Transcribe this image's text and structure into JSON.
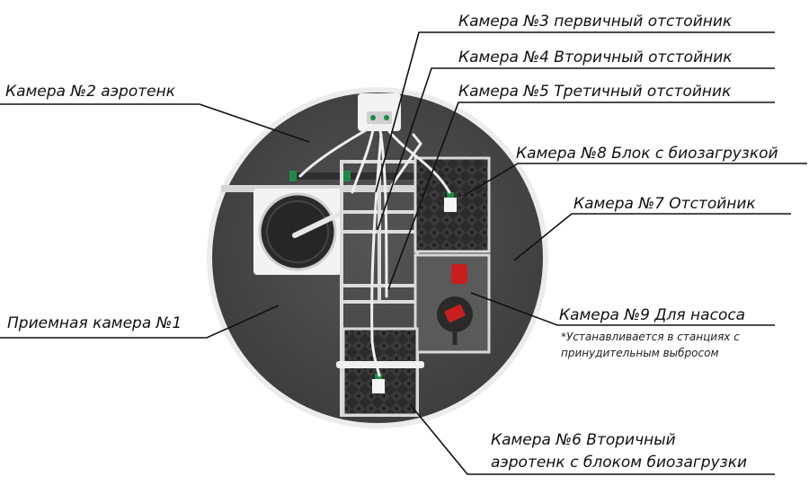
{
  "labels": {
    "cam3": "Камера №3 первичный отстойник",
    "cam4": "Камера №4 Вторичный отстойник",
    "cam5": "Камера №5 Третичный отстойник",
    "cam2": "Камера №2 аэротенк",
    "cam8": "Камера №8 Блок с биозагрузкой",
    "cam7": "Камера №7 Отстойник",
    "cam1": "Приемная камера №1",
    "cam9": "Камера №9 Для насоса",
    "cam9_note_1": "*Устанавливается в станциях с",
    "cam9_note_2": "принудительным выбросом",
    "cam6_line1": "Камера №6 Вторичный",
    "cam6_line2": "аэротенк с блоком биозагрузки"
  },
  "colors": {
    "tank_outer": "#e9e9e9",
    "tank_body": "#4a4a4a",
    "grid_frame": "#d9d9d9",
    "bioload": "#2a2a2a",
    "pump_indicator": "#c81e1e",
    "pipe": "#efefef",
    "connector_accent": "#1f8a45",
    "leader_line": "#111111"
  }
}
